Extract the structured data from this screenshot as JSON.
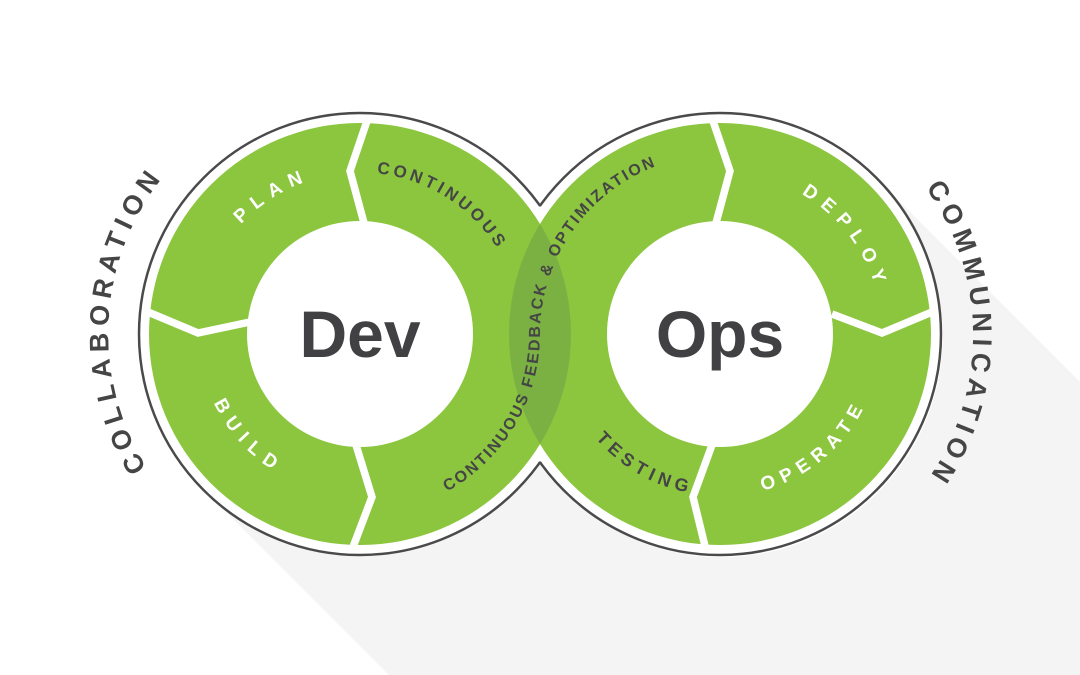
{
  "diagram": {
    "type": "devops-infinity-loop",
    "left_loop": {
      "center_label": "Dev",
      "segments": [
        "PLAN",
        "CONTINUOUS",
        "BUILD"
      ],
      "outer_caption": "COLLABORATION"
    },
    "right_loop": {
      "center_label": "Ops",
      "segments": [
        "DEPLOY",
        "OPERATE",
        "TESTING"
      ],
      "outer_caption": "COMMUNICATION"
    },
    "cross_band_label": "CONTINUOUS FEEDBACK & OPTIMIZATION",
    "colors": {
      "ring_green": "#8CC63F",
      "overlap_green": "#7BB143",
      "dark_text": "#454545",
      "outline": "#4A4A4A",
      "center_text": "#414042",
      "white_label": "#FFFFFF",
      "background": "#FFFFFF",
      "shadow": "#F4F4F5"
    }
  }
}
